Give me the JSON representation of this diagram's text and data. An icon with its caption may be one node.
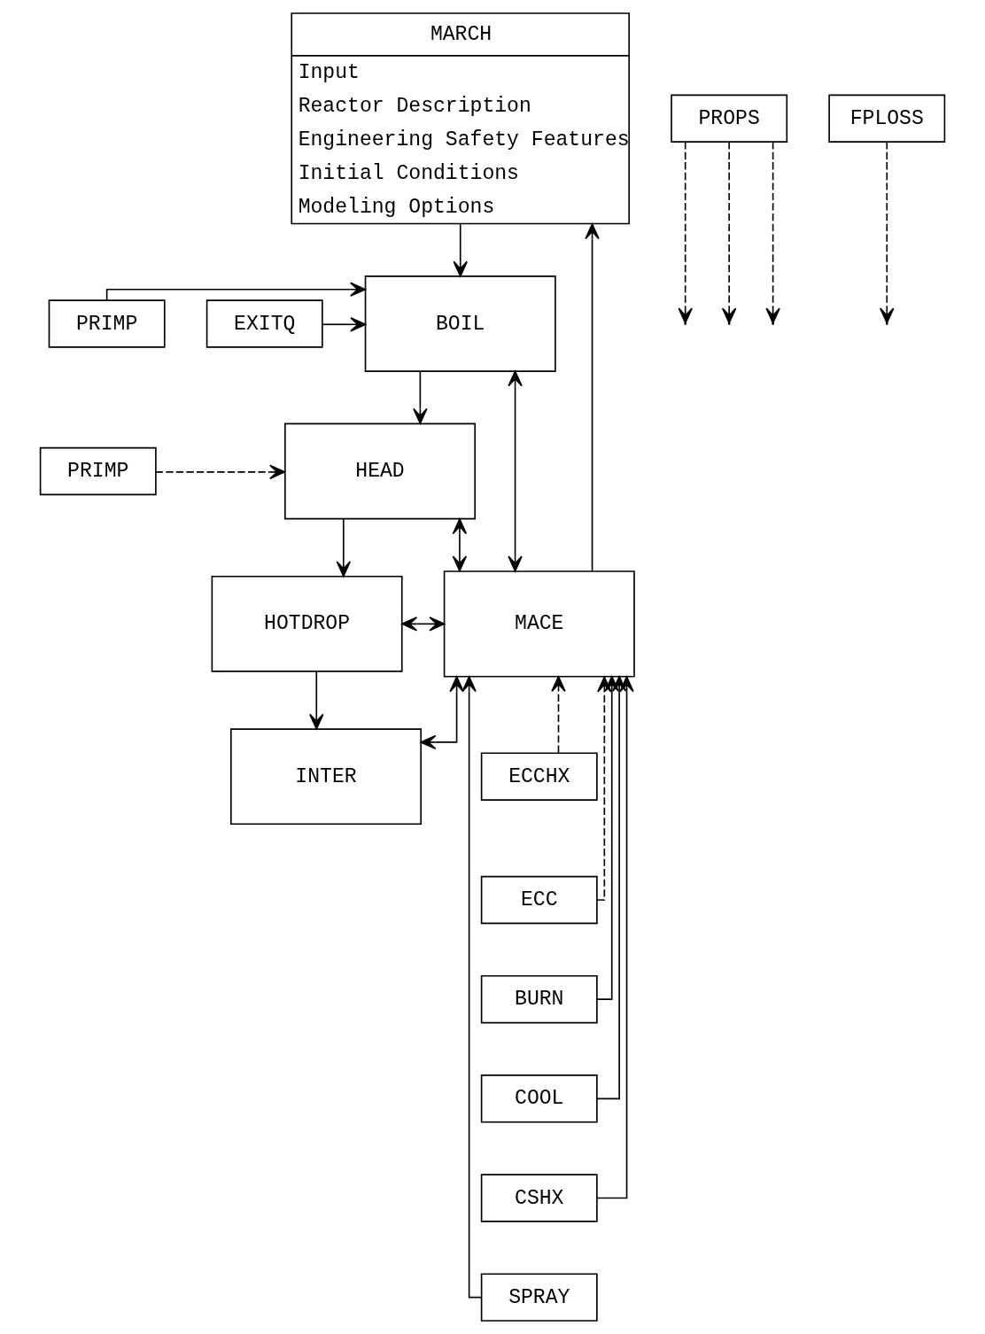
{
  "diagram": {
    "nodes": [
      {
        "text": [
          "MARCH",
          "Input",
          "Reactor Description",
          "Engineering Safety Features",
          "Initial Conditions",
          "Modeling Options"
        ]
      },
      {
        "text": [
          "PRIMP"
        ]
      },
      {
        "text": [
          "EXITQ"
        ]
      },
      {
        "text": [
          "BOIL"
        ]
      },
      {
        "text": [
          "PRIMP"
        ]
      },
      {
        "text": [
          "HEAD"
        ]
      },
      {
        "text": [
          "HOTDROP"
        ]
      },
      {
        "text": [
          "INTER"
        ]
      },
      {
        "text": [
          "MACE"
        ]
      },
      {
        "text": [
          "ECCHX"
        ]
      },
      {
        "text": [
          "ECC"
        ]
      },
      {
        "text": [
          "BURN"
        ]
      },
      {
        "text": [
          "COOL"
        ]
      },
      {
        "text": [
          "CSHX"
        ]
      },
      {
        "text": [
          "SPRAY"
        ]
      },
      {
        "text": [
          "PROPS"
        ]
      },
      {
        "text": [
          "FPLOSS"
        ]
      }
    ],
    "edges": [
      {
        "from": 0,
        "to": 3,
        "arrow": "to"
      },
      {
        "from": 1,
        "to": 3,
        "arrow": "to"
      },
      {
        "from": 2,
        "to": 3,
        "arrow": "to"
      },
      {
        "from": 4,
        "to": 5,
        "arrow": "to",
        "style": "dashed"
      },
      {
        "from": 3,
        "to": 5,
        "arrow": "to"
      },
      {
        "from": 5,
        "to": 6,
        "arrow": "to"
      },
      {
        "from": 6,
        "to": 7,
        "arrow": "to"
      },
      {
        "from": 3,
        "to": 8,
        "arrow": "both"
      },
      {
        "from": 5,
        "to": 8,
        "arrow": "both"
      },
      {
        "from": 6,
        "to": 8,
        "arrow": "both"
      },
      {
        "from": 7,
        "to": 8,
        "arrow": "both"
      },
      {
        "from": 8,
        "to": 0,
        "arrow": "to"
      },
      {
        "from": 9,
        "to": 8,
        "arrow": "to",
        "style": "dashed"
      },
      {
        "from": 10,
        "to": 8,
        "arrow": "to",
        "style": "dashed"
      },
      {
        "from": 11,
        "to": 8,
        "arrow": "to"
      },
      {
        "from": 12,
        "to": 8,
        "arrow": "to"
      },
      {
        "from": 13,
        "to": 8,
        "arrow": "to"
      },
      {
        "from": 14,
        "to": 8,
        "arrow": "to"
      },
      {
        "from": 15,
        "to": null,
        "arrow": "to",
        "style": "dashed"
      },
      {
        "from": 15,
        "to": null,
        "arrow": "to",
        "style": "dashed"
      },
      {
        "from": 15,
        "to": null,
        "arrow": "to",
        "style": "dashed"
      },
      {
        "from": 16,
        "to": null,
        "arrow": "to",
        "style": "dashed"
      }
    ]
  }
}
